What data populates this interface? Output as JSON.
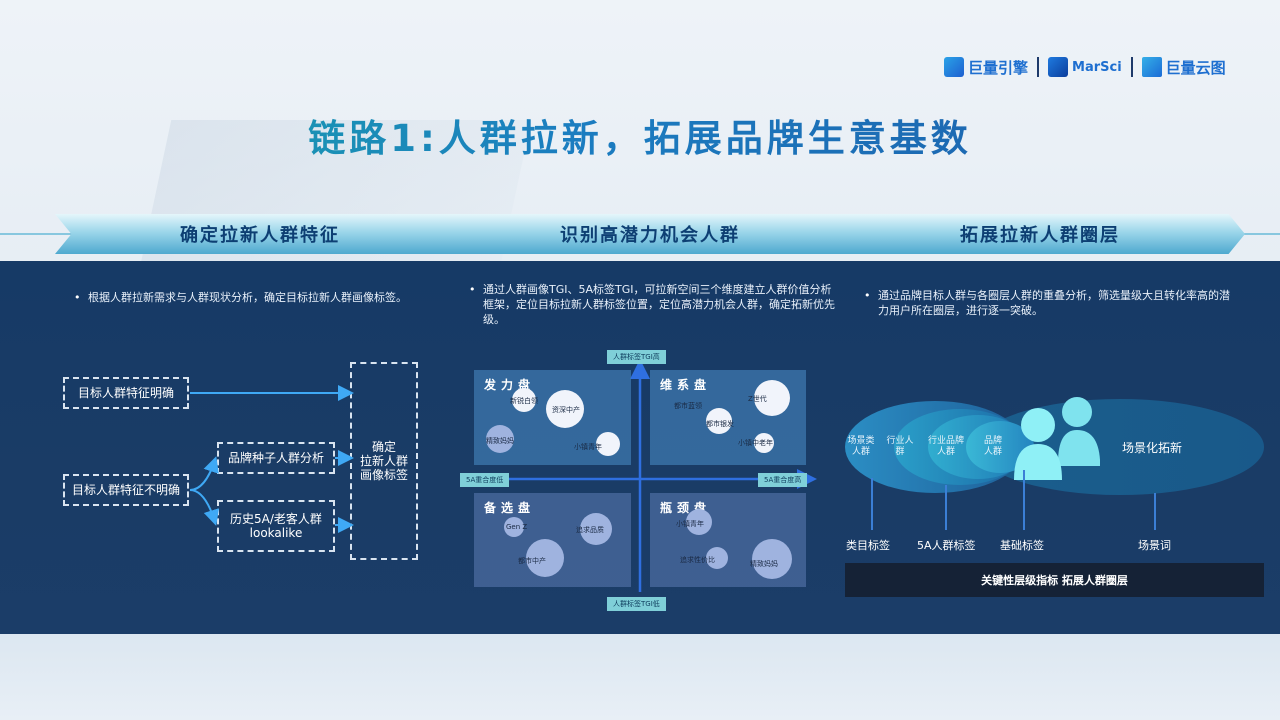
{
  "logos": {
    "brand1": "巨量引擎",
    "brand2": "MarSci",
    "brand3": "巨量云图"
  },
  "title": "链路1:人群拉新，拓展品牌生意基数",
  "steps": [
    "确定拉新人群特征",
    "识别高潜力机会人群",
    "拓展拉新人群圈层"
  ],
  "col1": {
    "desc": "根据人群拉新需求与人群现状分析，确定目标拉新人群画像标签。",
    "box_clear": "目标人群特征明确",
    "box_unclear": "目标人群特征不明确",
    "box_seed": "品牌种子人群分析",
    "box_lookalike_line1": "历史5A/老客人群",
    "box_lookalike_line2": "lookalike",
    "box_result_line1": "确定",
    "box_result_line2": "拉新人群",
    "box_result_line3": "画像标签"
  },
  "col2": {
    "desc": "通过人群画像TGI、5A标签TGI，可拉新空间三个维度建立人群价值分析框架，定位目标拉新人群标签位置，定位高潜力机会人群，确定拓新优先级。",
    "axis_top": "人群标签TGI高",
    "axis_bottom": "人群标签TGI低",
    "axis_left": "5A重合度低",
    "axis_right": "5A重合度高",
    "quadrants": [
      {
        "title": "发力盘",
        "bubbles": [
          "新锐白领",
          "资深中产",
          "精致妈妈",
          "小镇青年"
        ]
      },
      {
        "title": "维系盘",
        "bubbles": [
          "都市蓝领",
          "Z世代",
          "都市银发",
          "小镇中老年"
        ]
      },
      {
        "title": "备选盘",
        "bubbles": [
          "Gen Z",
          "追求品质",
          "都市中产"
        ]
      },
      {
        "title": "瓶颈盘",
        "bubbles": [
          "小镇青年",
          "追求性价比",
          "精致妈妈"
        ]
      }
    ]
  },
  "col3": {
    "desc": "通过品牌目标人群与各圈层人群的重叠分析，筛选量级大且转化率高的潜力用户所在圈层，进行逐一突破。",
    "rings": [
      "场景类人群",
      "行业人群",
      "行业品牌人群",
      "品牌人群"
    ],
    "scene": "场景化拓新",
    "labels": [
      "类目标签",
      "5A人群标签",
      "基础标签",
      "场景词"
    ],
    "bar": "关键性层级指标 拓展人群圈层"
  }
}
